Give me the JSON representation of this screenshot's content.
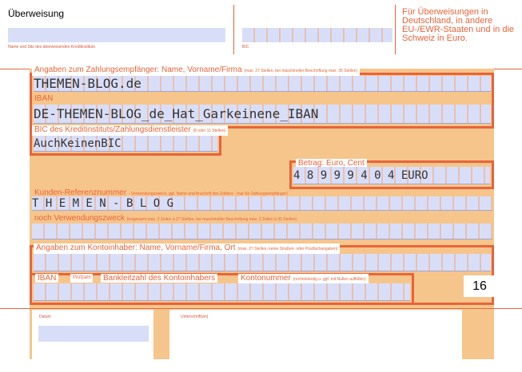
{
  "header": {
    "title": "Überweisung",
    "bank_caption": "Name und Sitz des überweisenden Kreditinstituts",
    "bic_caption": "BIC",
    "note": "Für Überweisungen in Deutschland, in andere EU-/EWR-Staaten und in die Schweiz in Euro."
  },
  "recipient": {
    "label": "Angaben zum Zahlungsempfänger: Name, Vorname/Firma",
    "hint": "(max. 27 Stellen, bei maschineller Beschriftung max. 35 Stellen)",
    "value": "THEMEN-BLOG.de"
  },
  "iban": {
    "label": "IBAN",
    "value": "DE-THEMEN-BLOG_de_Hat_Garkeinene_IBAN"
  },
  "bic": {
    "label": "BIC des Kreditinstituts/Zahlungsdienstleister",
    "hint": "(8 oder 11 Stellen)",
    "value": "AuchKeinenBIC"
  },
  "amount": {
    "label": "Betrag: Euro, Cent",
    "value": "4 8 9 9 9 4 0 4 EURO"
  },
  "reference": {
    "label": "Kunden-Referenznummer",
    "hint": "- Verwendungszweck, ggf. Name und Anschrift des Zahlers - (nur für Zahlungsempfänger)",
    "value": "T H E M E N - B L O G"
  },
  "purpose2": {
    "label": "noch Verwendungszweck",
    "hint": "(insgesamt max. 2 Zeilen à 27 Stellen, bei maschineller Beschriftung max. 2 Zeilen à 35 Stellen)"
  },
  "account_holder": {
    "label": "Angaben zum Kontoinhaber: Name, Vorname/Firma, Ort",
    "hint": "(max. 27 Stellen, keine Straßen- oder Postfachangaben)"
  },
  "bottom_row": {
    "iban_label": "IBAN",
    "pruefz_label": "Prüfzahl",
    "blz_label": "Bankleitzahl des Kontoinhabers",
    "konto_label": "Kontonummer",
    "konto_hint": "(rechtsbündig u. ggf. mit Nullen auffüllen)"
  },
  "form_number": "16",
  "footer": {
    "date_label": "Datum",
    "signature_label": "Unterschrift(en)"
  }
}
